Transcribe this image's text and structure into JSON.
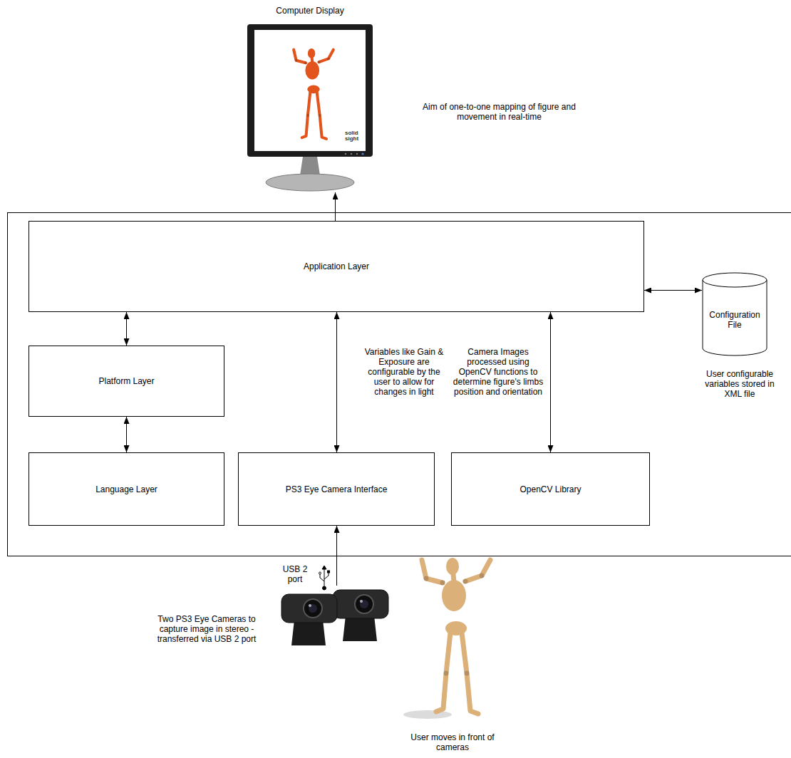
{
  "diagram": {
    "nodes": [
      {
        "text": [
          "Computer Display"
        ]
      },
      {
        "text": [
          "Application Layer"
        ]
      },
      {
        "text": [
          "Configuration File"
        ]
      },
      {
        "text": [
          "Platform Layer"
        ]
      },
      {
        "text": [
          "Language Layer"
        ]
      },
      {
        "text": [
          "PS3 Eye Camera Interface"
        ]
      },
      {
        "text": [
          "OpenCV Library"
        ]
      },
      {
        "text": [
          "Two PS3 Eye Cameras to capture image in stereo - transferred via USB 2 port"
        ]
      }
    ],
    "edges": [
      {
        "from": 1,
        "to": 0,
        "arrow": "to"
      },
      {
        "from": 1,
        "to": 2,
        "arrow": "both"
      },
      {
        "from": 1,
        "to": 3,
        "arrow": "both"
      },
      {
        "from": 3,
        "to": 4,
        "arrow": "both"
      },
      {
        "from": 1,
        "to": 5,
        "arrow": "both",
        "label": "Variables like Gain & Exposure are configurable by the user to allow for changes in light"
      },
      {
        "from": 1,
        "to": 6,
        "arrow": "both",
        "label": "Camera Images processed using OpenCV functions to determine figure's limbs position and orientation"
      },
      {
        "from": 7,
        "to": 5,
        "arrow": "to",
        "label": "USB 2 port"
      }
    ],
    "labels": [
      "Aim of one-to-one mapping of figure and movement in real-time",
      "User configurable variables stored in XML file",
      "User moves in front of cameras",
      "solid sight"
    ]
  }
}
